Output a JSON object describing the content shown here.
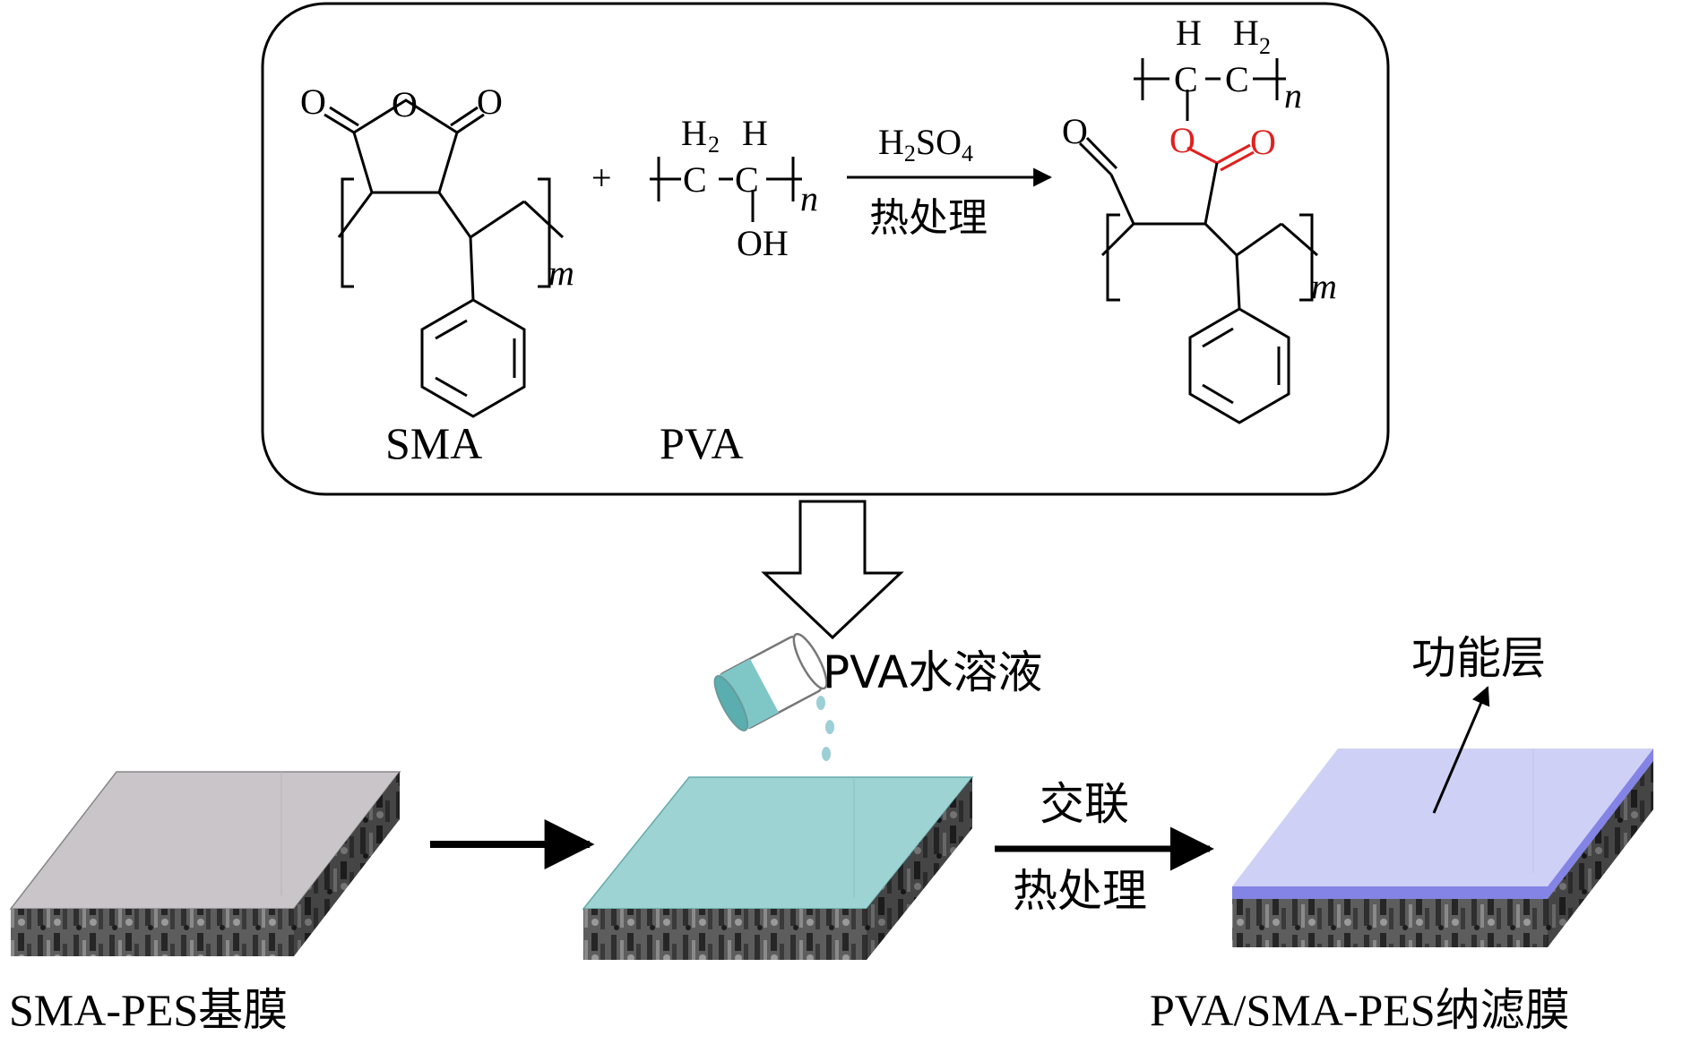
{
  "reaction": {
    "sma_label": "SMA",
    "pva_label": "PVA",
    "plus": "+",
    "reagent": "H2SO4",
    "reagent_parts": [
      "H",
      "2",
      "SO",
      "4"
    ],
    "condition": "热处理",
    "atoms": {
      "O": "O",
      "C": "C",
      "H": "H",
      "H2_H": "H",
      "H2_2": "2",
      "OH": "OH",
      "m": "m",
      "n": "n"
    }
  },
  "process": {
    "solution_label": "PVA水溶液",
    "step2_top": "交联",
    "step2_bottom": "热处理",
    "layer_label": "功能层",
    "base_membrane_label": "SMA-PES基膜",
    "final_membrane_label": "PVA/SMA-PES纳滤膜"
  },
  "colors": {
    "base_top": "#c9c5c8",
    "coated_top": "#9dd3d3",
    "final_top": "#cfd0f5",
    "final_edge": "#6d6fe0",
    "ester_highlight": "#e0211f",
    "beaker": "#7fc6c7",
    "drops": "#9ccfd6"
  }
}
